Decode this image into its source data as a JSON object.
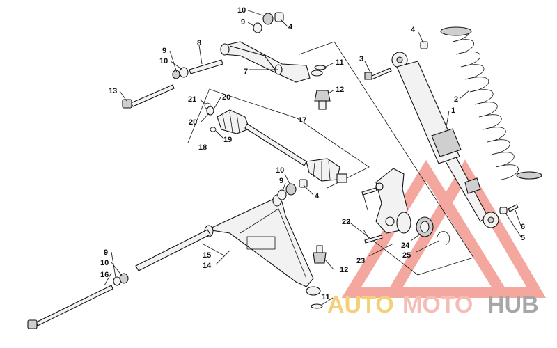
{
  "callouts": [
    {
      "id": "c10a",
      "text": "10"
    },
    {
      "id": "c9a",
      "text": "9"
    },
    {
      "id": "c4a",
      "text": "4"
    },
    {
      "id": "c9b",
      "text": "9"
    },
    {
      "id": "c8",
      "text": "8"
    },
    {
      "id": "c10b",
      "text": "10"
    },
    {
      "id": "c7",
      "text": "7"
    },
    {
      "id": "c11a",
      "text": "11"
    },
    {
      "id": "c13",
      "text": "13"
    },
    {
      "id": "c12a",
      "text": "12"
    },
    {
      "id": "c21",
      "text": "21"
    },
    {
      "id": "c20a",
      "text": "20"
    },
    {
      "id": "c20b",
      "text": "20"
    },
    {
      "id": "c17",
      "text": "17"
    },
    {
      "id": "c19",
      "text": "19"
    },
    {
      "id": "c18",
      "text": "18"
    },
    {
      "id": "c4b",
      "text": "4"
    },
    {
      "id": "c3",
      "text": "3"
    },
    {
      "id": "c2",
      "text": "2"
    },
    {
      "id": "c1",
      "text": "1"
    },
    {
      "id": "c10c",
      "text": "10"
    },
    {
      "id": "c9c",
      "text": "9"
    },
    {
      "id": "c4c",
      "text": "4"
    },
    {
      "id": "c22",
      "text": "22"
    },
    {
      "id": "c6",
      "text": "6"
    },
    {
      "id": "c5",
      "text": "5"
    },
    {
      "id": "c24",
      "text": "24"
    },
    {
      "id": "c25",
      "text": "25"
    },
    {
      "id": "c23",
      "text": "23"
    },
    {
      "id": "c15",
      "text": "15"
    },
    {
      "id": "c14",
      "text": "14"
    },
    {
      "id": "c9d",
      "text": "9"
    },
    {
      "id": "c10d",
      "text": "10"
    },
    {
      "id": "c16",
      "text": "16"
    },
    {
      "id": "c12b",
      "text": "12"
    },
    {
      "id": "c11b",
      "text": "11"
    }
  ],
  "watermark": {
    "part1": "AUTO",
    "part2": "MOTO",
    "part3": "HUB",
    "color_auto": "#f2c14e",
    "color_moto": "#f3a79e",
    "color_hub": "#8a8a8a",
    "triangle_color": "#f08a80"
  }
}
